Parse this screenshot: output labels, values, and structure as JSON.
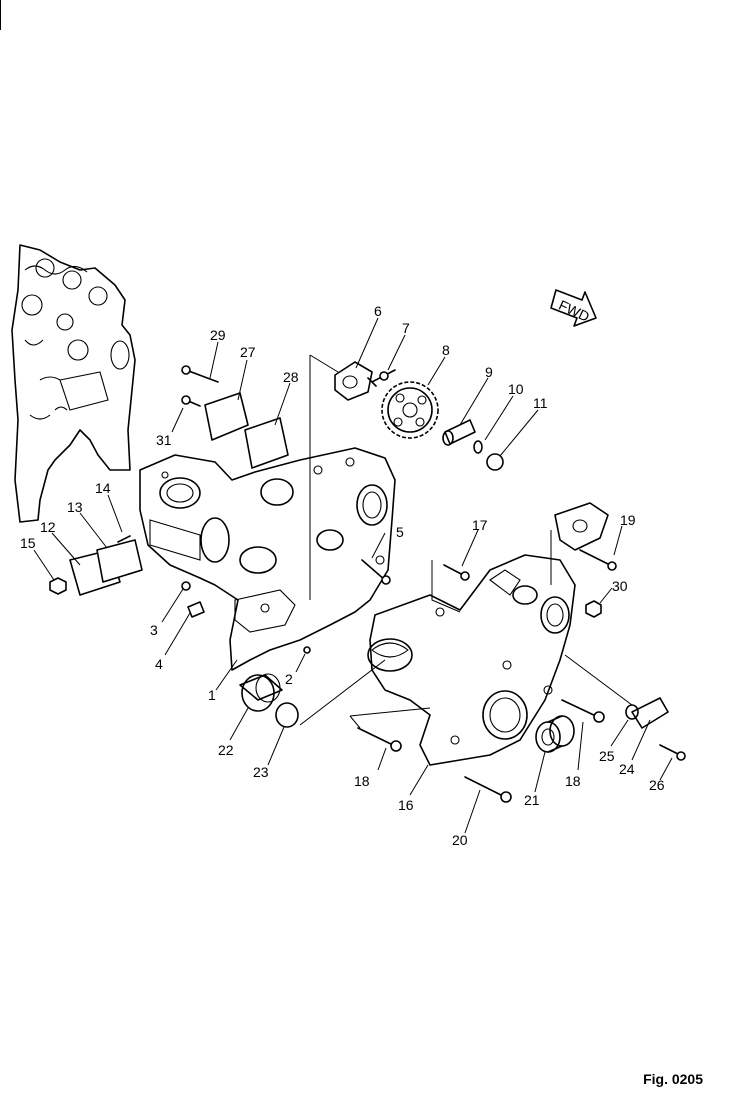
{
  "figure": {
    "caption": "Fig. 0205",
    "fwd_label": "FWD"
  },
  "callouts": [
    {
      "id": "29",
      "label": "29"
    },
    {
      "id": "27",
      "label": "27"
    },
    {
      "id": "28",
      "label": "28"
    },
    {
      "id": "31",
      "label": "31"
    },
    {
      "id": "6",
      "label": "6"
    },
    {
      "id": "7",
      "label": "7"
    },
    {
      "id": "8",
      "label": "8"
    },
    {
      "id": "9",
      "label": "9"
    },
    {
      "id": "10",
      "label": "10"
    },
    {
      "id": "11",
      "label": "11"
    },
    {
      "id": "14",
      "label": "14"
    },
    {
      "id": "13",
      "label": "13"
    },
    {
      "id": "12",
      "label": "12"
    },
    {
      "id": "15",
      "label": "15"
    },
    {
      "id": "3",
      "label": "3"
    },
    {
      "id": "4",
      "label": "4"
    },
    {
      "id": "2",
      "label": "2"
    },
    {
      "id": "1",
      "label": "1"
    },
    {
      "id": "22",
      "label": "22"
    },
    {
      "id": "23",
      "label": "23"
    },
    {
      "id": "5",
      "label": "5"
    },
    {
      "id": "17",
      "label": "17"
    },
    {
      "id": "19",
      "label": "19"
    },
    {
      "id": "30",
      "label": "30"
    },
    {
      "id": "18a",
      "label": "18"
    },
    {
      "id": "18b",
      "label": "18"
    },
    {
      "id": "16",
      "label": "16"
    },
    {
      "id": "20",
      "label": "20"
    },
    {
      "id": "21",
      "label": "21"
    },
    {
      "id": "25",
      "label": "25"
    },
    {
      "id": "24",
      "label": "24"
    },
    {
      "id": "26",
      "label": "26"
    }
  ]
}
